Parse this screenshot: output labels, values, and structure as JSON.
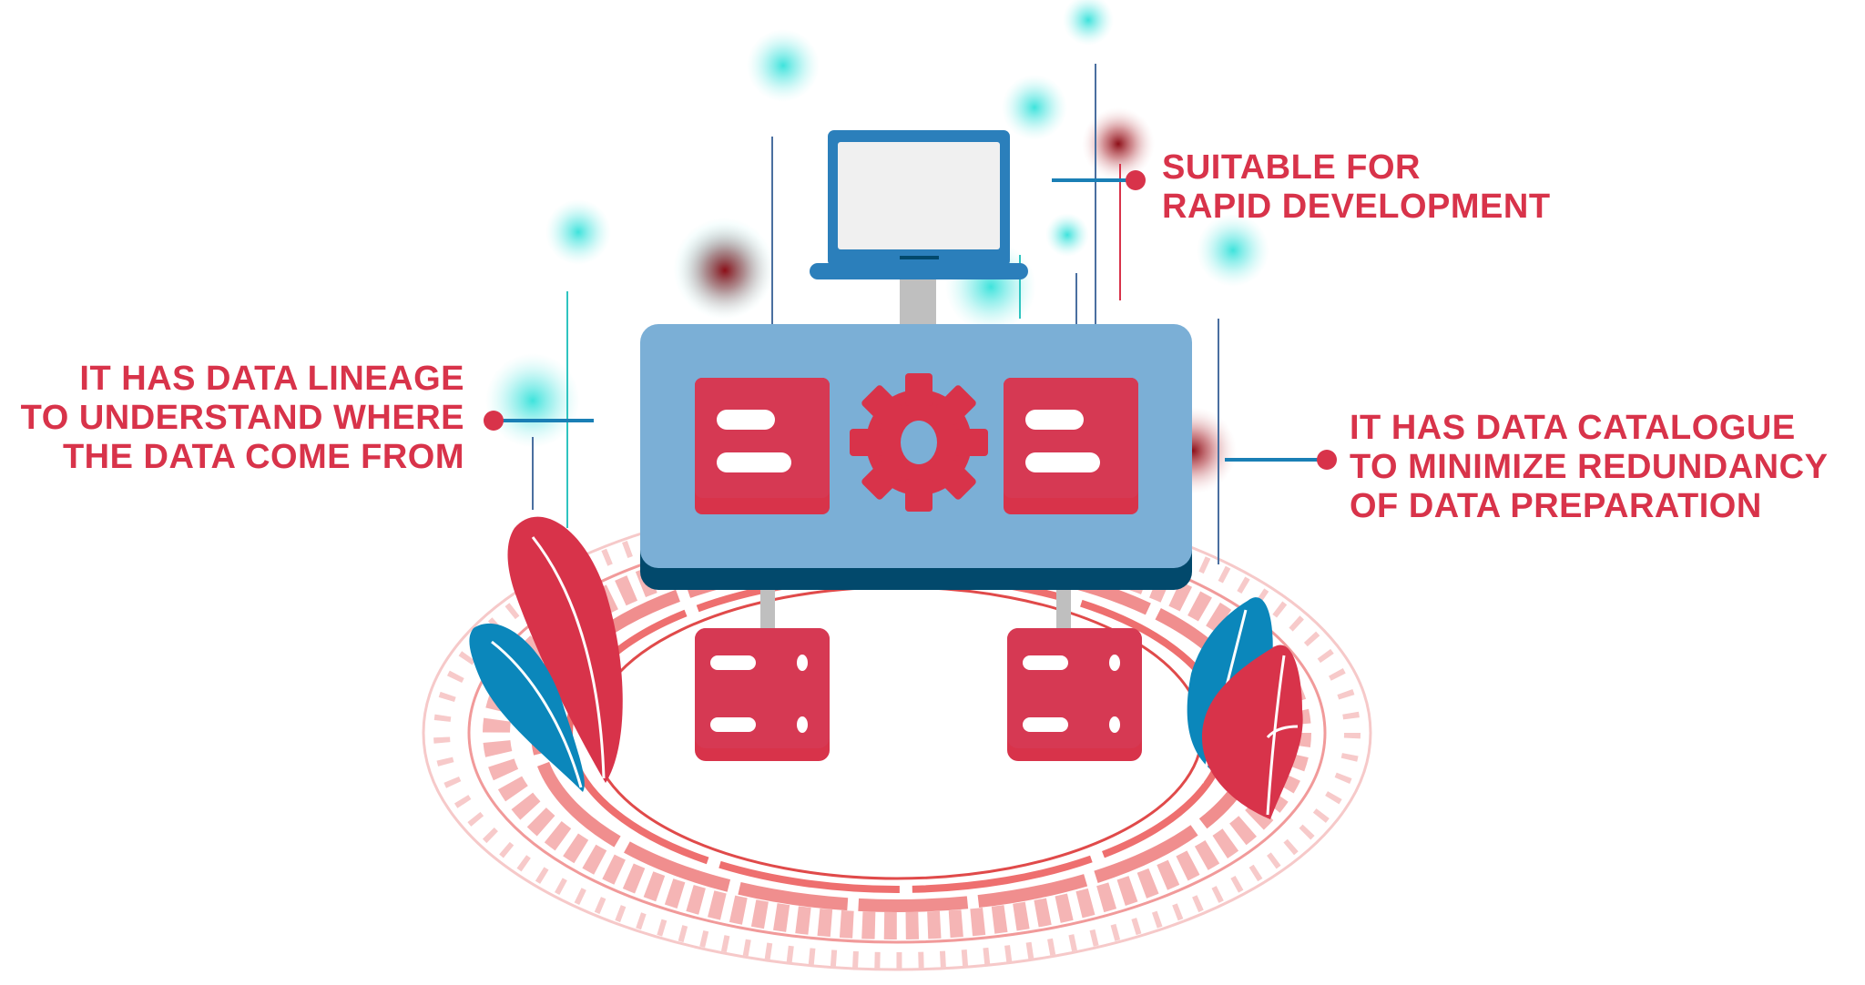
{
  "callouts": {
    "left": {
      "lines": [
        "IT HAS DATA LINEAGE",
        "TO UNDERSTAND WHERE",
        "THE DATA COME FROM"
      ]
    },
    "top": {
      "lines": [
        "SUITABLE FOR",
        "RAPID DEVELOPMENT"
      ]
    },
    "right": {
      "lines": [
        "IT HAS DATA CATALOGUE",
        "TO MINIMIZE REDUNDANCY",
        "OF DATA PREPARATION"
      ]
    }
  },
  "illustration": {
    "laptop": "laptop-icon",
    "control_panel": "control-panel",
    "panel_icons": [
      "list-card-icon",
      "gear-icon",
      "list-card-icon"
    ],
    "server_units": [
      "server-unit-icon",
      "server-unit-icon"
    ],
    "decorations": [
      "radial-ring",
      "leaf-icon",
      "glow-dot"
    ]
  },
  "colors": {
    "text_red": "#d8334a",
    "panel_blue": "#7bafd6",
    "panel_shadow": "#02496c",
    "laptop_blue": "#2b7fbb",
    "card_red": "#d63953",
    "leaf_blue": "#0b87bb",
    "glow_cyan": "#4ee5e0",
    "glow_darkred": "#9a1a22",
    "ring_pink": "#f2a7a7"
  }
}
